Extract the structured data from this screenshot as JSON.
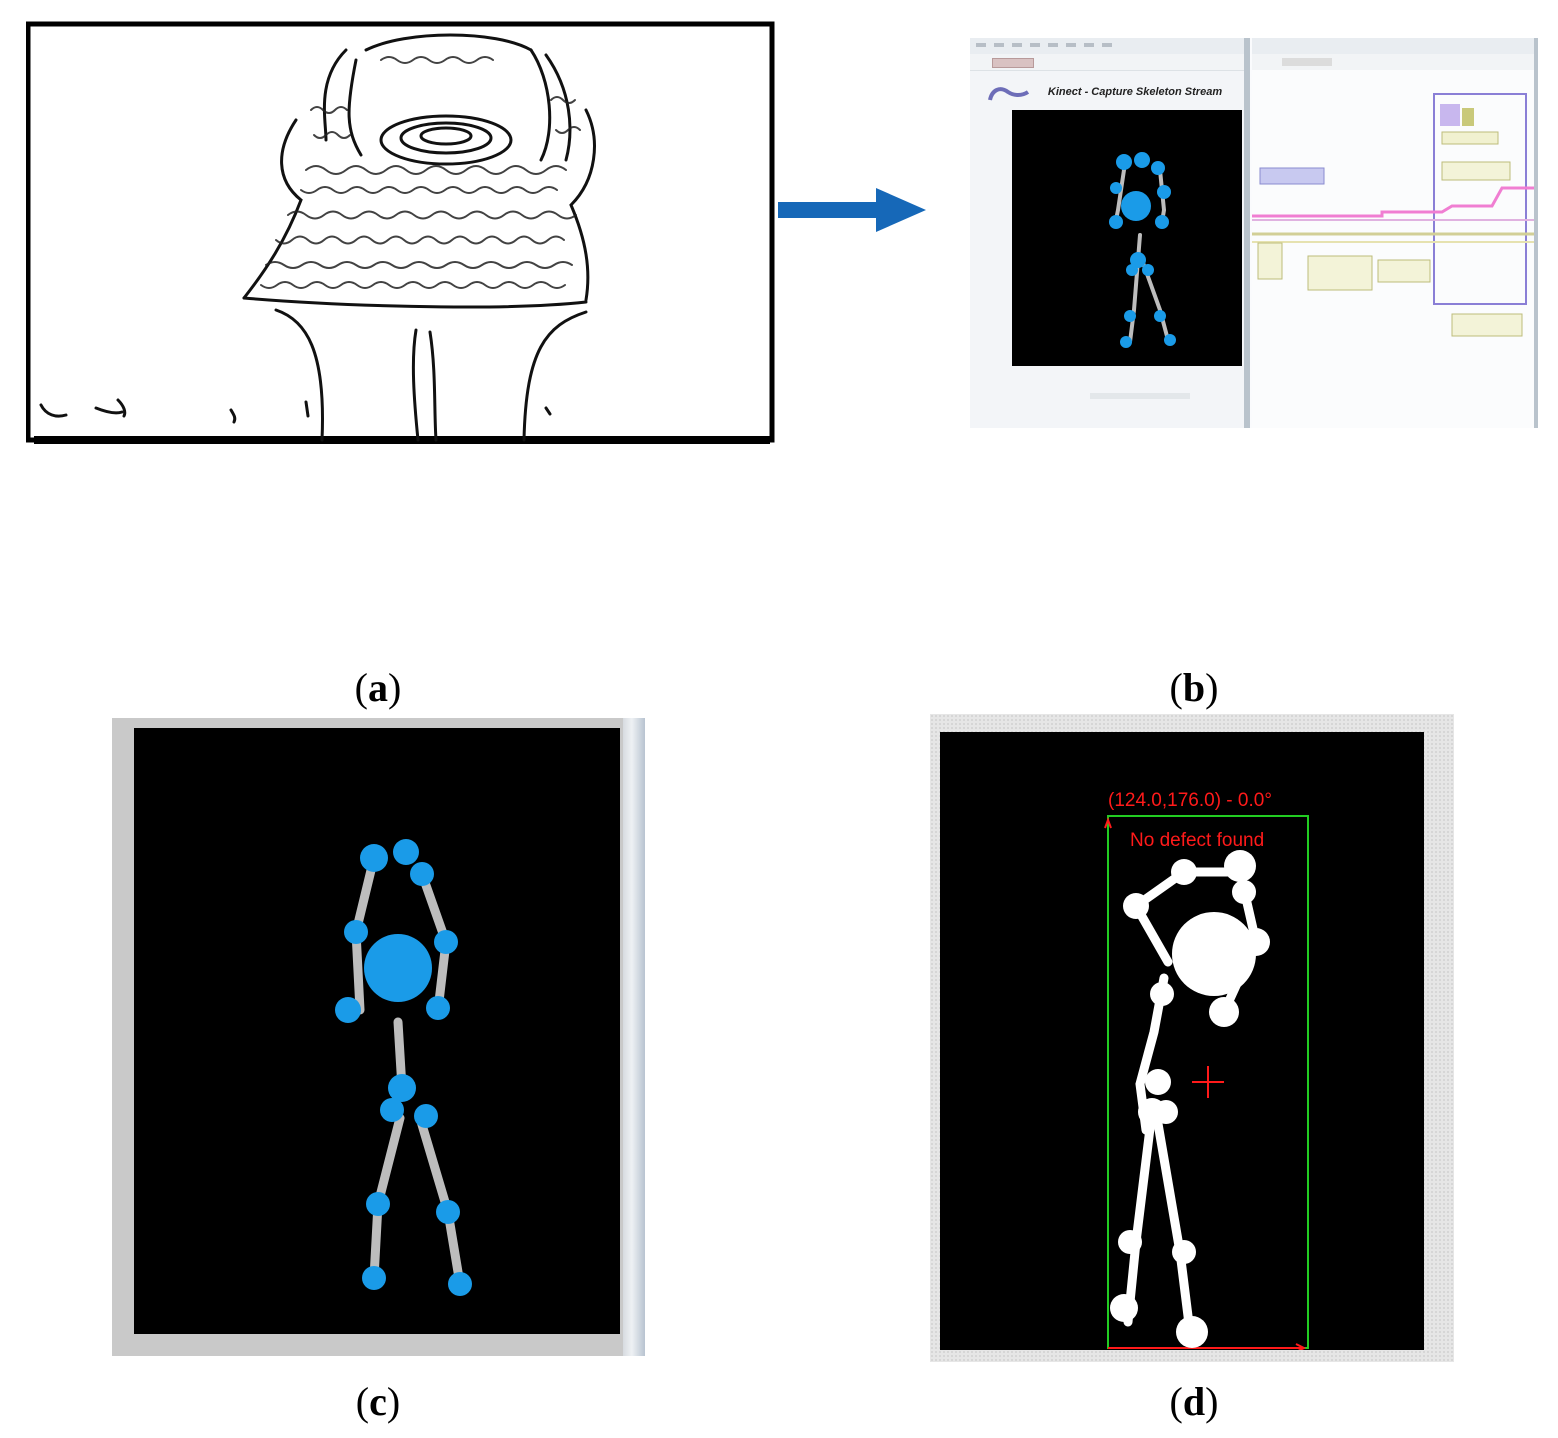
{
  "captions": {
    "a": "a",
    "b": "b",
    "c": "c",
    "d": "d"
  },
  "panel_b": {
    "front_panel_title": "Kinect - Capture Skeleton Stream"
  },
  "panel_d": {
    "position_label": "(124.0,176.0) - 0.0°",
    "status_label": "No defect found"
  },
  "colors": {
    "joint_blue": "#1a9be8",
    "bone_gray": "#bdbdbd",
    "arrow_blue": "#1668b8",
    "roi_green": "#22cc22",
    "overlay_red": "#ff1a1a"
  }
}
